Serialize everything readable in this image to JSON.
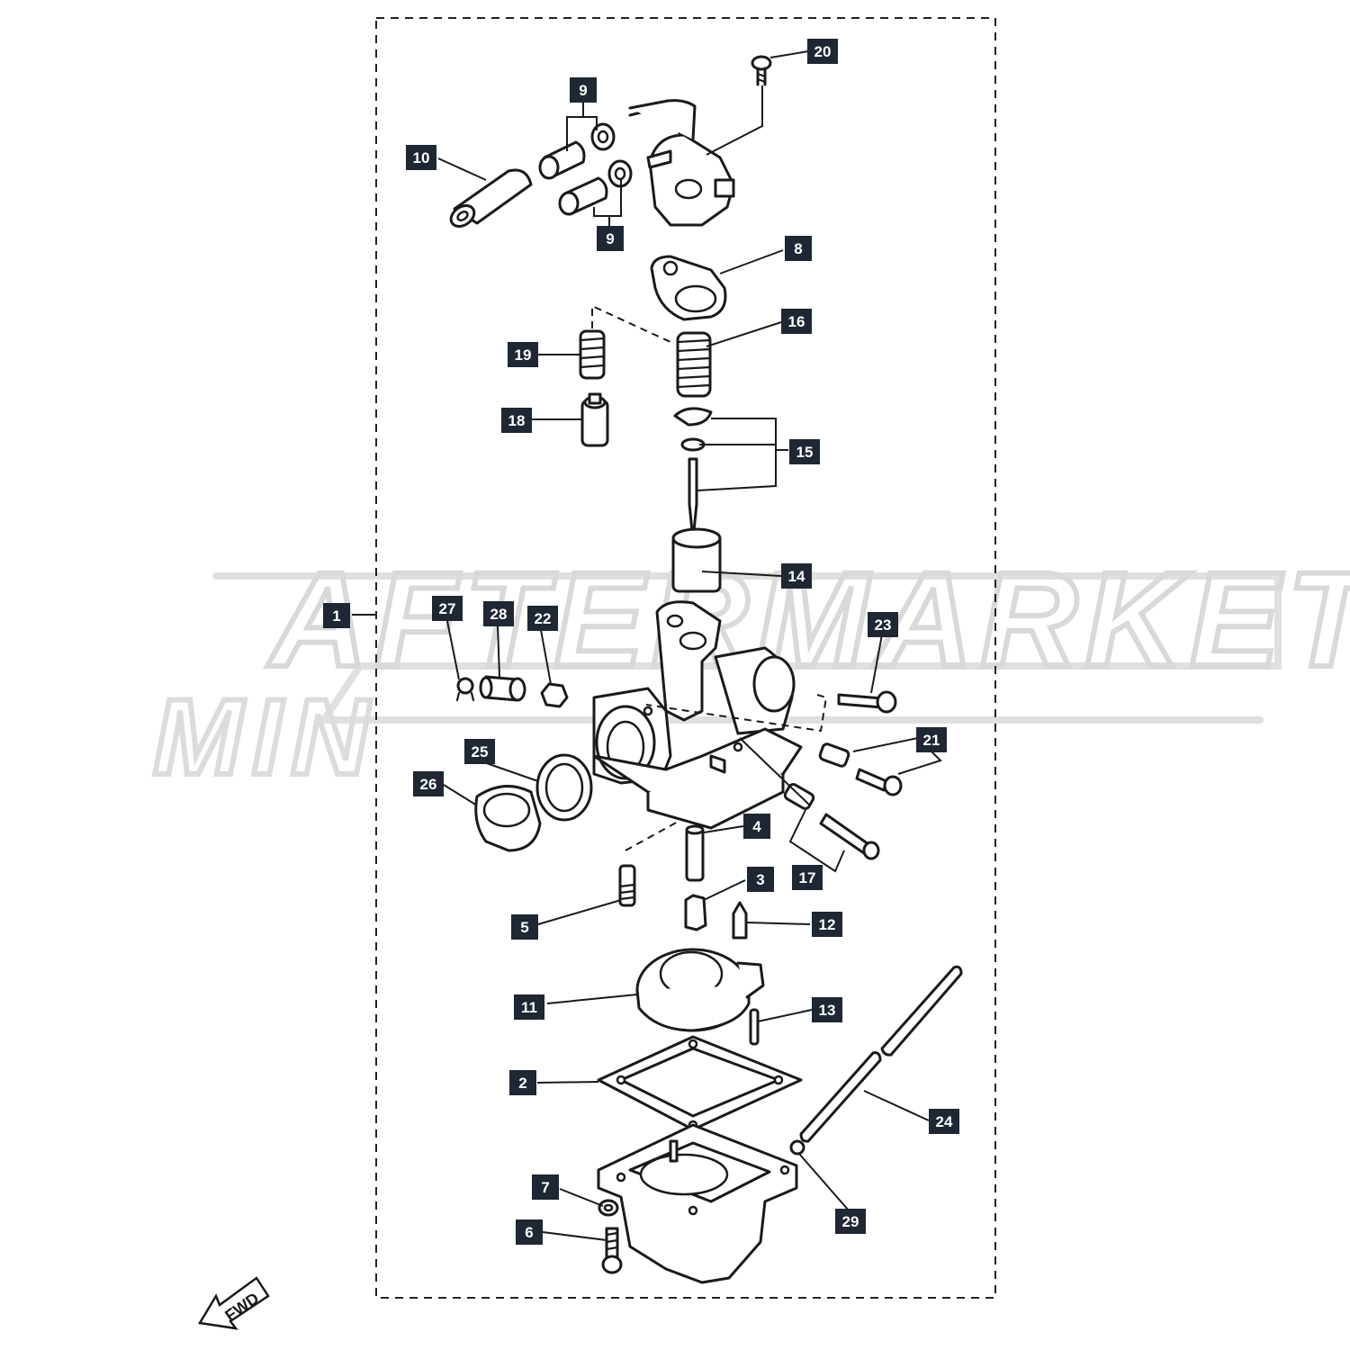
{
  "diagram": {
    "title": "",
    "watermark": {
      "text": "AFTERMARKET",
      "subtext": "MIN"
    },
    "orientation_label": "FWD",
    "callout_color": "#1e2733",
    "callouts": {
      "c1": "1",
      "c2": "2",
      "c3": "3",
      "c4": "4",
      "c5": "5",
      "c6": "6",
      "c7": "7",
      "c8": "8",
      "c9a": "9",
      "c9b": "9",
      "c10": "10",
      "c11": "11",
      "c12": "12",
      "c13": "13",
      "c14": "14",
      "c15": "15",
      "c16": "16",
      "c17": "17",
      "c18": "18",
      "c19": "19",
      "c20": "20",
      "c21": "21",
      "c22": "22",
      "c23": "23",
      "c24": "24",
      "c25": "25",
      "c26": "26",
      "c27": "27",
      "c28": "28",
      "c29": "29"
    }
  }
}
